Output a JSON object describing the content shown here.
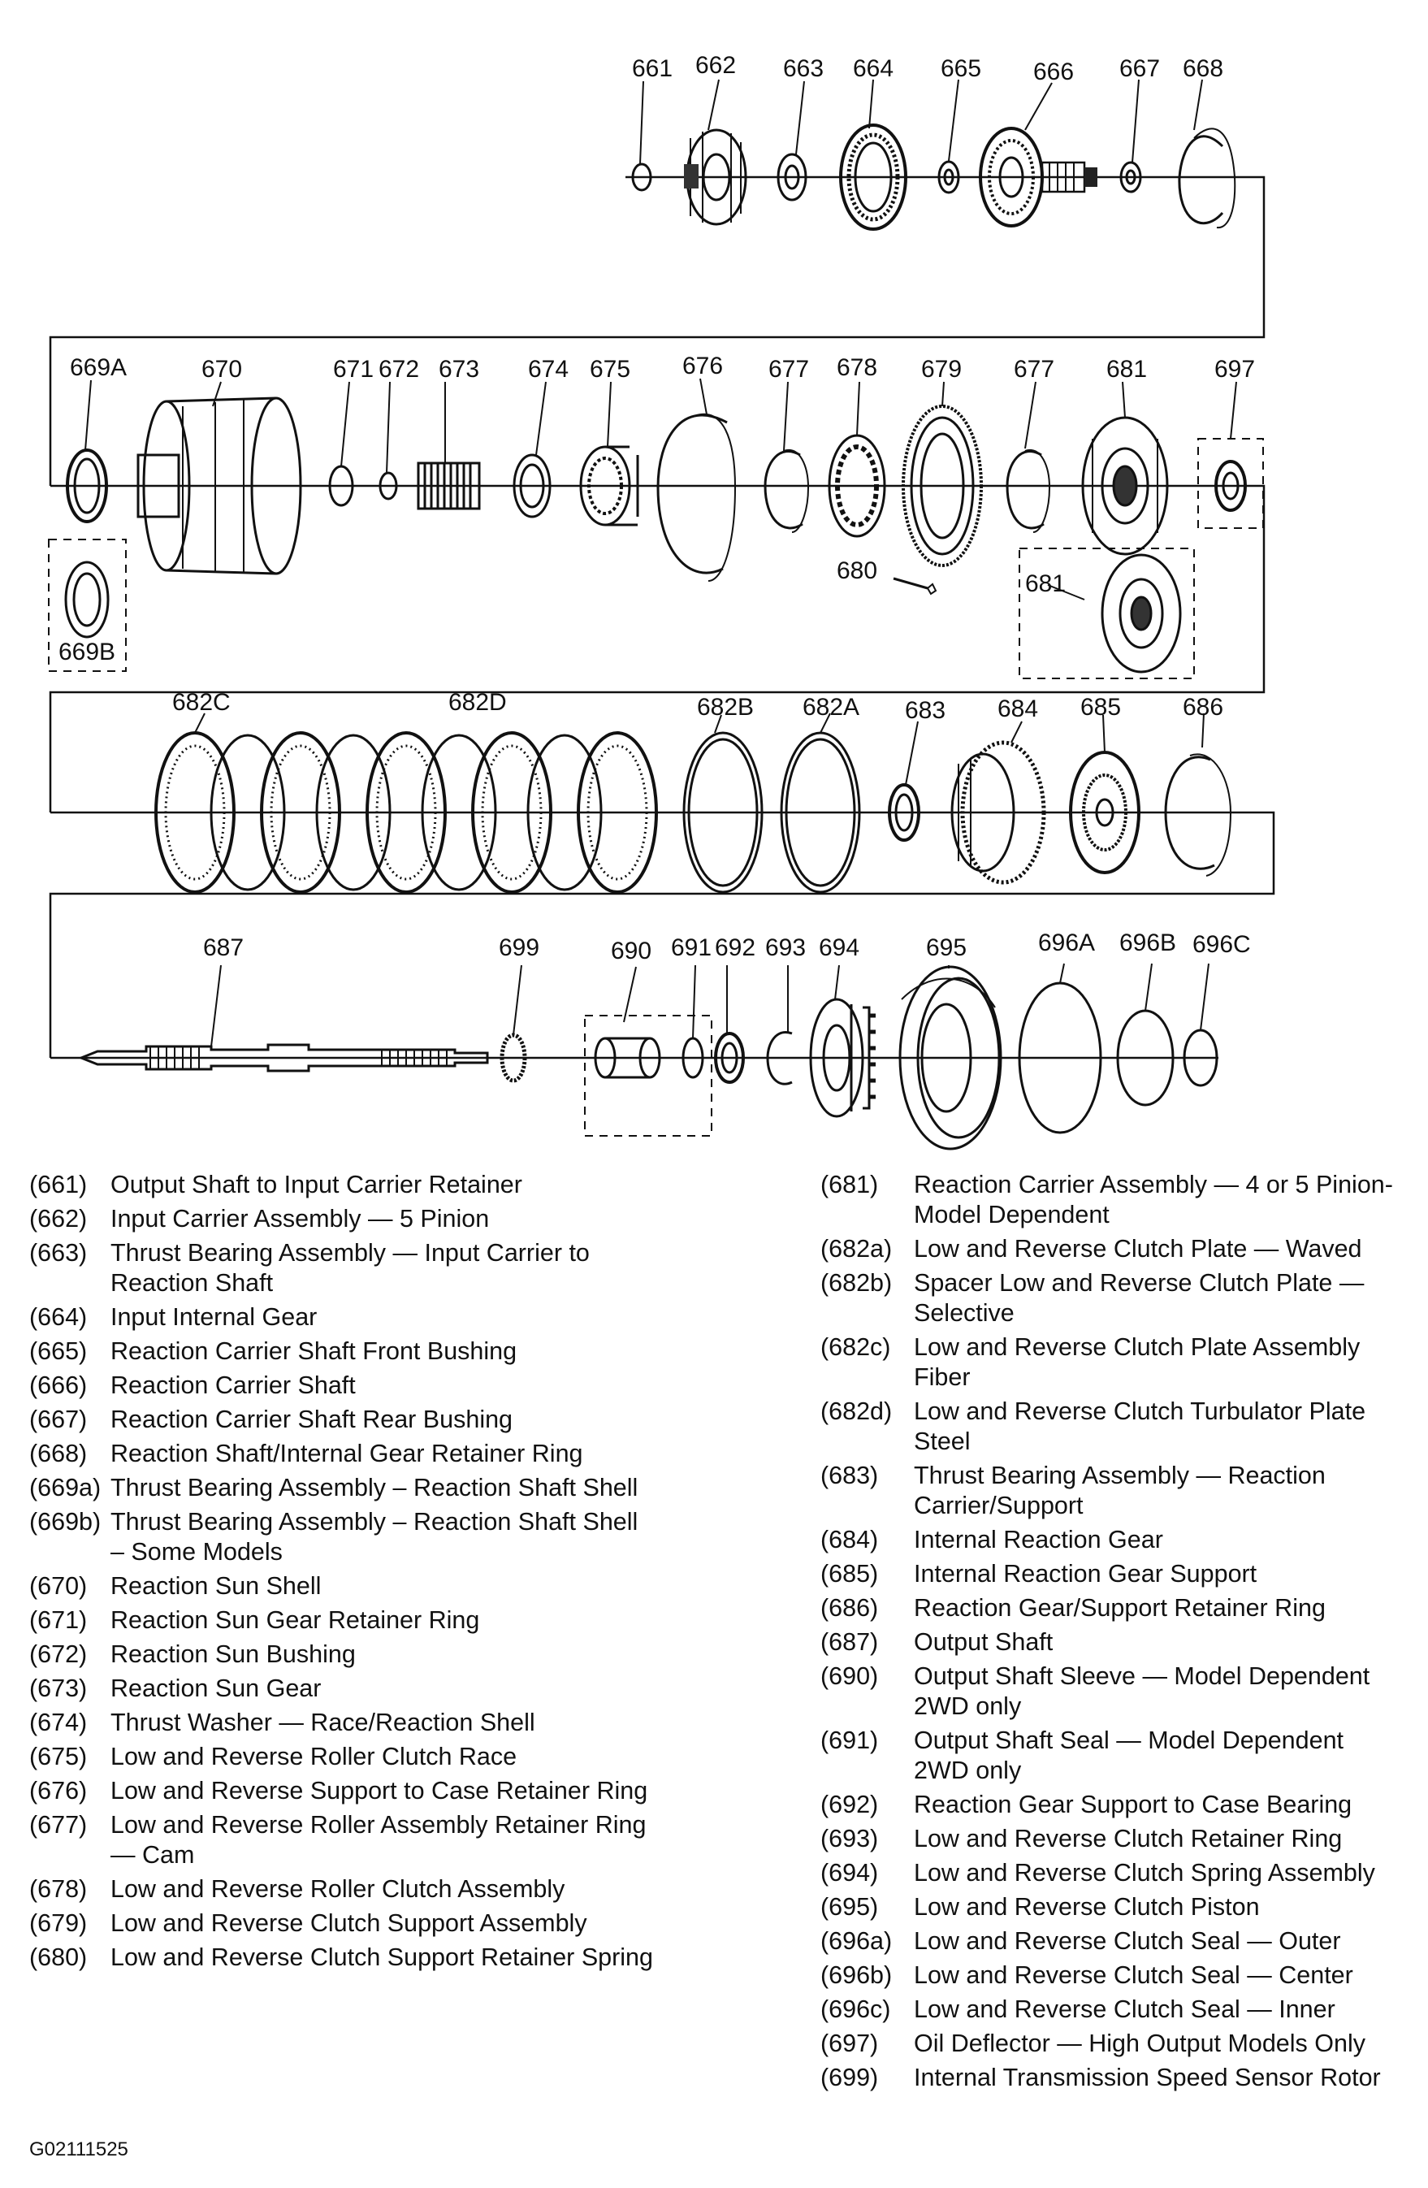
{
  "callouts": {
    "c661": "661",
    "c662": "662",
    "c663": "663",
    "c664": "664",
    "c665": "665",
    "c666": "666",
    "c667": "667",
    "c668": "668",
    "c669A": "669A",
    "c670": "670",
    "c671": "671",
    "c672": "672",
    "c673": "673",
    "c674": "674",
    "c675": "675",
    "c676": "676",
    "c677a": "677",
    "c678": "678",
    "c679": "679",
    "c677b": "677",
    "c681": "681",
    "c697": "697",
    "c680": "680",
    "c681b": "681",
    "c669B": "669B",
    "c682C": "682C",
    "c682D": "682D",
    "c682B": "682B",
    "c682A": "682A",
    "c683": "683",
    "c684": "684",
    "c685": "685",
    "c686": "686",
    "c687": "687",
    "c699": "699",
    "c690": "690",
    "c691": "691",
    "c692": "692",
    "c693": "693",
    "c694": "694",
    "c695": "695",
    "c696A": "696A",
    "c696B": "696B",
    "c696C": "696C"
  },
  "legend": {
    "left": [
      {
        "code": "(661)",
        "text": "Output Shaft to Input Carrier Retainer"
      },
      {
        "code": "(662)",
        "text": "Input Carrier Assembly — 5 Pinion"
      },
      {
        "code": "(663)",
        "text": "Thrust Bearing Assembly — Input Carrier to Reaction Shaft"
      },
      {
        "code": "(664)",
        "text": "Input Internal Gear"
      },
      {
        "code": "(665)",
        "text": "Reaction Carrier Shaft Front Bushing"
      },
      {
        "code": "(666)",
        "text": "Reaction Carrier Shaft"
      },
      {
        "code": "(667)",
        "text": "Reaction Carrier Shaft Rear Bushing"
      },
      {
        "code": "(668)",
        "text": "Reaction Shaft/Internal Gear Retainer Ring"
      },
      {
        "code": "(669a)",
        "text": "Thrust Bearing Assembly – Reaction Shaft Shell"
      },
      {
        "code": "(669b)",
        "text": "Thrust Bearing Assembly – Reaction Shaft Shell – Some Models"
      },
      {
        "code": "(670)",
        "text": "Reaction Sun Shell"
      },
      {
        "code": "(671)",
        "text": "Reaction Sun Gear Retainer Ring"
      },
      {
        "code": "(672)",
        "text": "Reaction Sun Bushing"
      },
      {
        "code": "(673)",
        "text": "Reaction Sun Gear"
      },
      {
        "code": "(674)",
        "text": "Thrust Washer — Race/Reaction Shell"
      },
      {
        "code": "(675)",
        "text": "Low and Reverse Roller Clutch Race"
      },
      {
        "code": "(676)",
        "text": "Low and Reverse Support to Case Retainer Ring"
      },
      {
        "code": "(677)",
        "text": "Low and Reverse Roller Assembly Retainer Ring — Cam"
      },
      {
        "code": "(678)",
        "text": "Low and Reverse Roller Clutch Assembly"
      },
      {
        "code": "(679)",
        "text": "Low and Reverse Clutch Support Assembly"
      },
      {
        "code": "(680)",
        "text": "Low and Reverse Clutch Support Retainer Spring"
      }
    ],
    "right": [
      {
        "code": "(681)",
        "text": "Reaction Carrier Assembly — 4 or 5 Pinion-Model Dependent"
      },
      {
        "code": "(682a)",
        "text": "Low and Reverse Clutch Plate — Waved"
      },
      {
        "code": "(682b)",
        "text": "Spacer Low and Reverse Clutch Plate — Selective"
      },
      {
        "code": "(682c)",
        "text": "Low and Reverse Clutch Plate Assembly Fiber"
      },
      {
        "code": "(682d)",
        "text": "Low and Reverse Clutch Turbulator Plate Steel"
      },
      {
        "code": "(683)",
        "text": "Thrust Bearing Assembly — Reaction Carrier/Support"
      },
      {
        "code": "(684)",
        "text": "Internal Reaction Gear"
      },
      {
        "code": "(685)",
        "text": "Internal Reaction Gear Support"
      },
      {
        "code": "(686)",
        "text": "Reaction Gear/Support Retainer Ring"
      },
      {
        "code": "(687)",
        "text": "Output Shaft"
      },
      {
        "code": "(690)",
        "text": "Output Shaft Sleeve — Model Dependent 2WD only"
      },
      {
        "code": "(691)",
        "text": "Output Shaft Seal — Model Dependent 2WD only"
      },
      {
        "code": "(692)",
        "text": "Reaction Gear Support to Case Bearing"
      },
      {
        "code": "(693)",
        "text": "Low and Reverse Clutch Retainer Ring"
      },
      {
        "code": "(694)",
        "text": "Low and Reverse Clutch Spring Assembly"
      },
      {
        "code": "(695)",
        "text": "Low and Reverse Clutch Piston"
      },
      {
        "code": "(696a)",
        "text": "Low and Reverse Clutch Seal — Outer"
      },
      {
        "code": "(696b)",
        "text": "Low and Reverse Clutch Seal — Center"
      },
      {
        "code": "(696c)",
        "text": "Low and Reverse Clutch Seal — Inner"
      },
      {
        "code": "(697)",
        "text": "Oil Deflector — High Output Models Only"
      },
      {
        "code": "(699)",
        "text": "Internal Transmission Speed Sensor Rotor"
      }
    ]
  },
  "figure_id": "G02111525"
}
